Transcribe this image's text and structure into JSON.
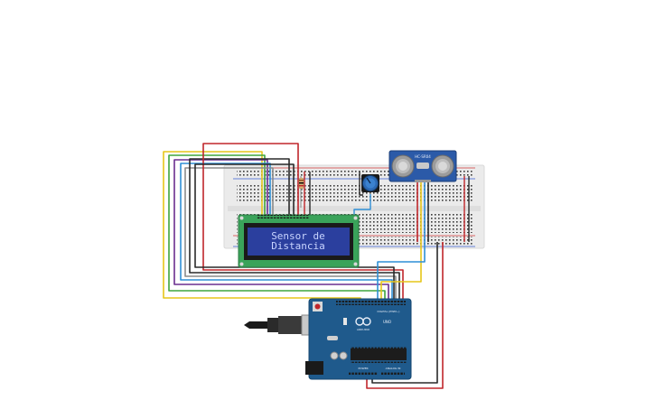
{
  "lcd": {
    "line1": "Sensor de",
    "line2": "Distancia"
  },
  "sensor": {
    "model": "HC-SR04"
  },
  "arduino": {
    "model": "UNO",
    "brand": "ARDUINO",
    "digital_label": "DIGITAL (PWM~)",
    "analog_label": "ANALOG IN",
    "power_label": "POWER"
  },
  "colors": {
    "breadboard": "#ebebeb",
    "arduino_pcb": "#1f5a8c",
    "lcd_pcb": "#3aa35a",
    "lcd_screen": "#2b3f9e",
    "sensor_pcb": "#2b5aa8",
    "wire_red": "#c0262b",
    "wire_black": "#2a2a2a",
    "wire_yellow": "#e6c619",
    "wire_green": "#3ea53e",
    "wire_purple": "#6a2f8f",
    "wire_blue": "#2f8fd6",
    "wire_gray": "#8a8a8a"
  }
}
